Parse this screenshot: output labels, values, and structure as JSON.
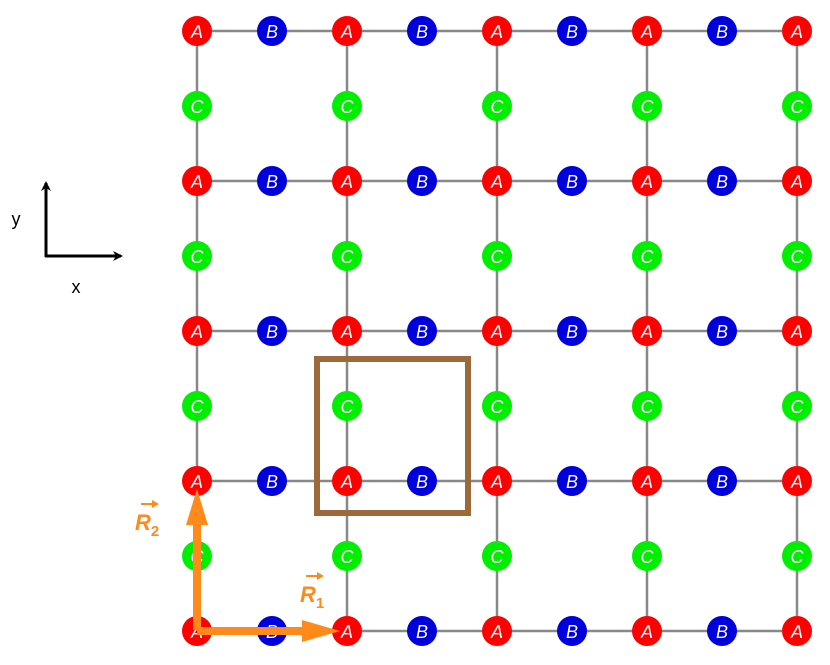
{
  "lattice": {
    "site_types": [
      {
        "label": "A",
        "color": "#ff0000"
      },
      {
        "label": "B",
        "color": "#0000dd"
      },
      {
        "label": "C",
        "color": "#00ee00"
      }
    ],
    "bond_color": "#888888",
    "unit_cell_color": "#9c6a3a"
  },
  "axes": {
    "x_label": "x",
    "y_label": "y"
  },
  "vectors": {
    "color": "#ff8a1c",
    "r1": {
      "symbol": "R",
      "subscript": "1"
    },
    "r2": {
      "symbol": "R",
      "subscript": "2"
    }
  }
}
